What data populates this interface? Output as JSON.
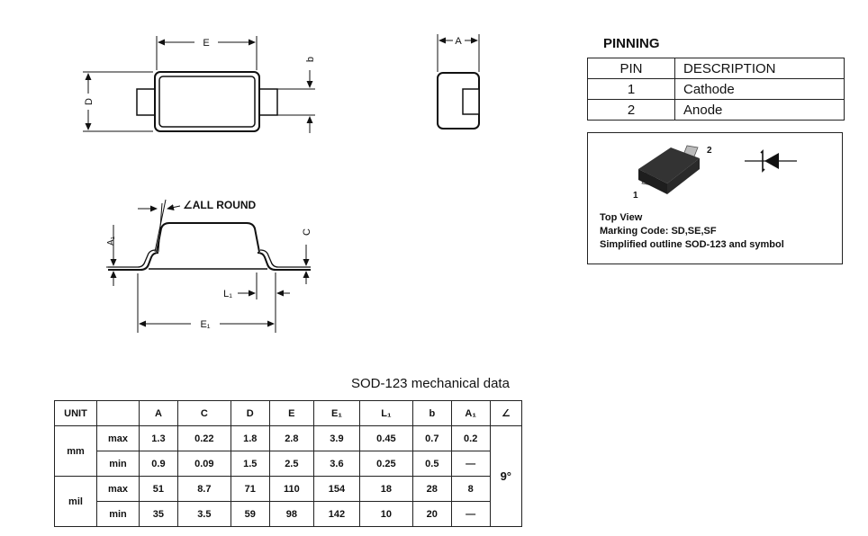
{
  "drawing": {
    "label_E": "E",
    "label_D": "D",
    "label_b": "b",
    "label_A": "A",
    "label_C": "C",
    "label_L1": "L₁",
    "label_E1": "E₁",
    "label_A1": "A₁",
    "all_round": "∠ALL ROUND"
  },
  "pinning": {
    "title": "PINNING",
    "header_pin": "PIN",
    "header_desc": "DESCRIPTION",
    "rows": [
      {
        "pin": "1",
        "desc": "Cathode"
      },
      {
        "pin": "2",
        "desc": "Anode"
      }
    ]
  },
  "outline": {
    "pin1_label": "1",
    "pin2_label": "2",
    "caption_line1": "Top View",
    "caption_line2": "Marking Code:  SD,SE,SF",
    "caption_line3": "Simplified outline SOD-123 and symbol"
  },
  "mechanical": {
    "title": "SOD-123 mechanical data",
    "unit_header": "UNIT",
    "columns": [
      "A",
      "C",
      "D",
      "E",
      "E₁",
      "L₁",
      "b",
      "A₁",
      "∠"
    ],
    "groups": [
      {
        "unit": "mm",
        "rows": [
          {
            "label": "max",
            "values": [
              "1.3",
              "0.22",
              "1.8",
              "2.8",
              "3.9",
              "0.45",
              "0.7",
              "0.2"
            ]
          },
          {
            "label": "min",
            "values": [
              "0.9",
              "0.09",
              "1.5",
              "2.5",
              "3.6",
              "0.25",
              "0.5",
              "—"
            ]
          }
        ]
      },
      {
        "unit": "mil",
        "rows": [
          {
            "label": "max",
            "values": [
              "51",
              "8.7",
              "71",
              "110",
              "154",
              "18",
              "28",
              "8"
            ]
          },
          {
            "label": "min",
            "values": [
              "35",
              "3.5",
              "59",
              "98",
              "142",
              "10",
              "20",
              "—"
            ]
          }
        ]
      }
    ],
    "angle_value": "9°"
  }
}
